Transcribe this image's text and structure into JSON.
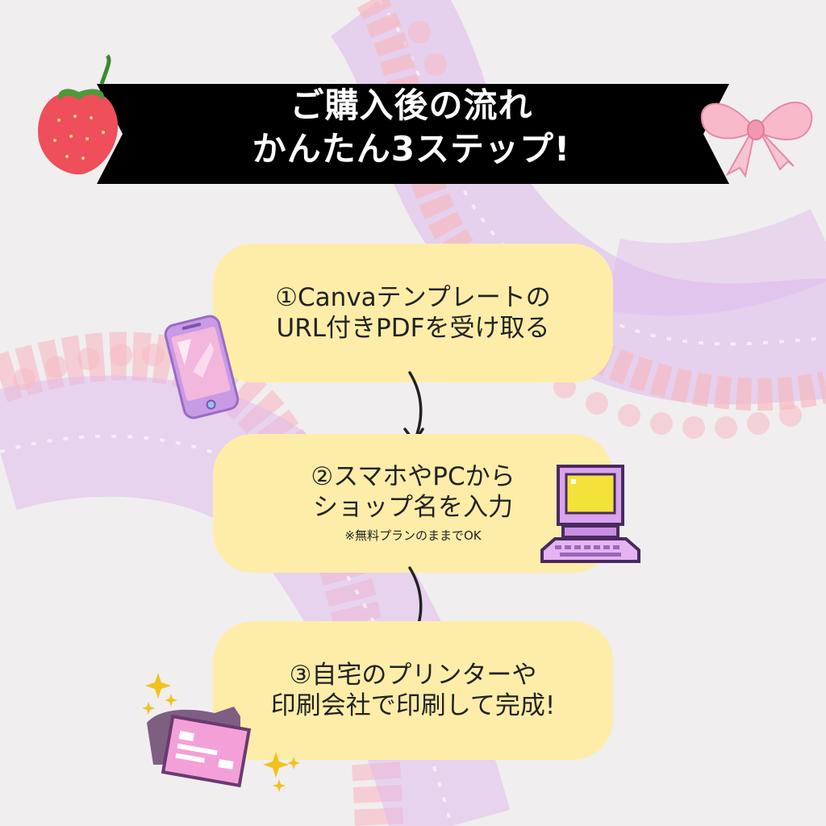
{
  "header": {
    "title_line1": "ご購入後の流れ",
    "title_line2": "かんたん3ステップ!"
  },
  "steps": [
    {
      "line1": "①Canvaテンプレートの",
      "line2": "URL付きPDFを受け取る",
      "note": ""
    },
    {
      "line1": "②スマホやPCから",
      "line2": "ショップ名を入力",
      "note": "※無料プランのままでOK"
    },
    {
      "line1": "③自宅のプリンターや",
      "line2": "印刷会社で印刷して完成!",
      "note": ""
    }
  ],
  "colors": {
    "background": "#f0eeef",
    "step_box": "#feeda8",
    "banner": "#000000",
    "lace_pink": "#f7b9c2",
    "lace_purple": "#ddb8ec"
  },
  "icons": [
    "strawberry-icon",
    "ribbon-bow-icon",
    "smartphone-icon",
    "computer-icon",
    "printed-card-icon",
    "sparkle-icon",
    "arrow-down-icon"
  ]
}
